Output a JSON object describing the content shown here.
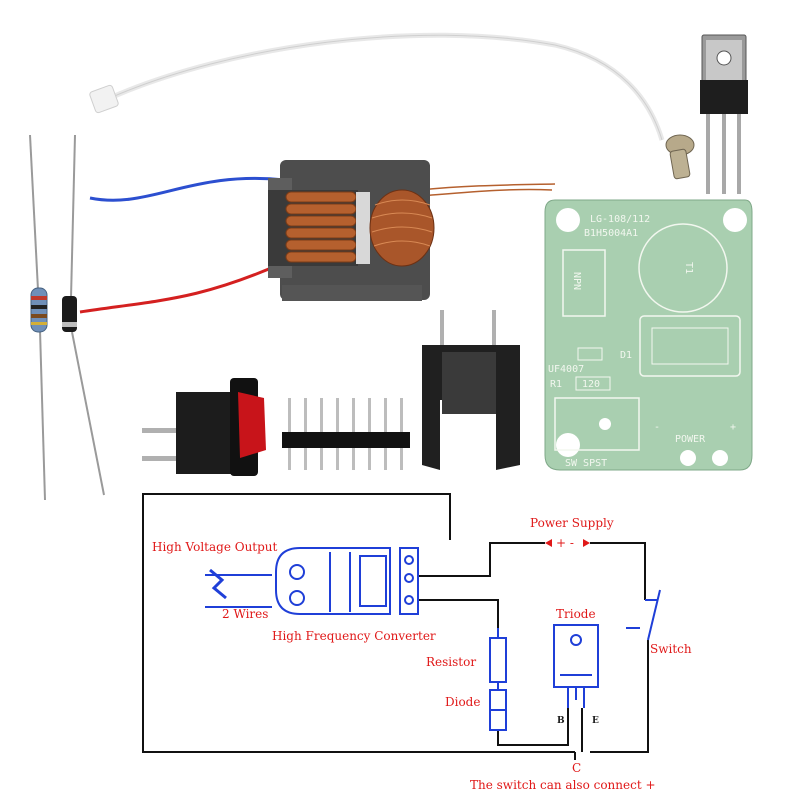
{
  "components": {
    "pcb": {
      "model": "LG-108/112",
      "code": "B1H5004A1",
      "npn": "NPN",
      "t1": "T1",
      "d1": "D1",
      "uf": "UF4007",
      "r1": "R1",
      "r_value": "120",
      "minus": "-",
      "plus": "+",
      "power": "POWER",
      "sw": "SW SPST"
    }
  },
  "diagram": {
    "labels": {
      "high_voltage_output": "High Voltage Output",
      "two_wires": "2 Wires",
      "hf_converter": "High Frequency Converter",
      "power_supply": "Power Supply",
      "polarity": "+ -",
      "triode": "Triode",
      "switch": "Switch",
      "resistor": "Resistor",
      "diode": "Diode",
      "pin_b": "B",
      "pin_e": "E",
      "pin_c": "C",
      "note": "The switch can also connect +"
    }
  },
  "colors": {
    "label_red": "#e01818",
    "wire_blue": "#1f3fd8",
    "pcb_green": "#a9cfb0",
    "pcb_line": "#ffffff",
    "transformer_copper": "#b5602e",
    "wire_black": "#111111"
  }
}
